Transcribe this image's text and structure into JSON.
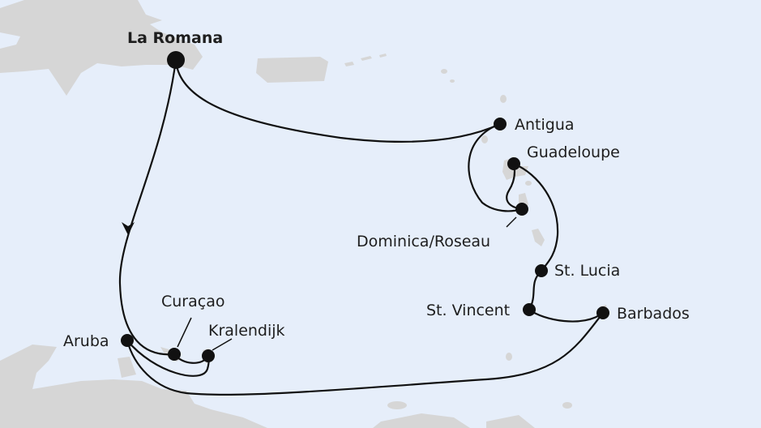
{
  "colors": {
    "sea": "#e6eefa",
    "land": "#d6d6d6",
    "route": "#111111"
  },
  "ports": {
    "start": "La Romana",
    "antigua": "Antigua",
    "guadeloupe": "Guadeloupe",
    "dominica": "Dominica/Roseau",
    "st_lucia": "St. Lucia",
    "st_vincent": "St. Vincent",
    "barbados": "Barbados",
    "aruba": "Aruba",
    "curacao": "Curaçao",
    "kralendijk": "Kralendijk"
  }
}
